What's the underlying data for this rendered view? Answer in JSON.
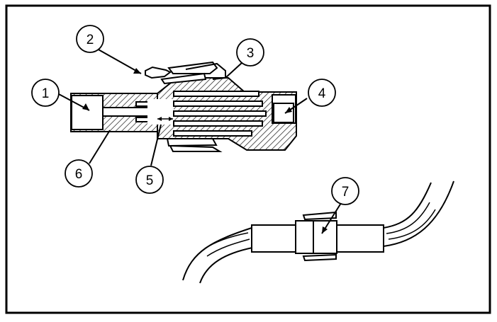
{
  "figure": {
    "callouts": [
      {
        "id": "callout-1",
        "number": "1"
      },
      {
        "id": "callout-2",
        "number": "2"
      },
      {
        "id": "callout-3",
        "number": "3"
      },
      {
        "id": "callout-4",
        "number": "4"
      },
      {
        "id": "callout-5",
        "number": "5"
      },
      {
        "id": "callout-6",
        "number": "6"
      },
      {
        "id": "callout-7",
        "number": "7"
      }
    ]
  },
  "colors": {
    "line": "#000000",
    "background": "#ffffff",
    "hatch": "#000000"
  }
}
